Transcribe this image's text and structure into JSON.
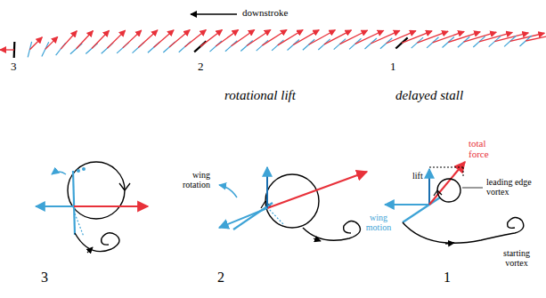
{
  "diagram": {
    "labels": [
      "downstroke",
      "3",
      "2",
      "1",
      "rotational lift",
      "delayed stall",
      "wing rotation",
      "total force",
      "lift",
      "leading edge vortex",
      "wing motion",
      "starting vortex",
      "3",
      "2",
      "1"
    ]
  }
}
